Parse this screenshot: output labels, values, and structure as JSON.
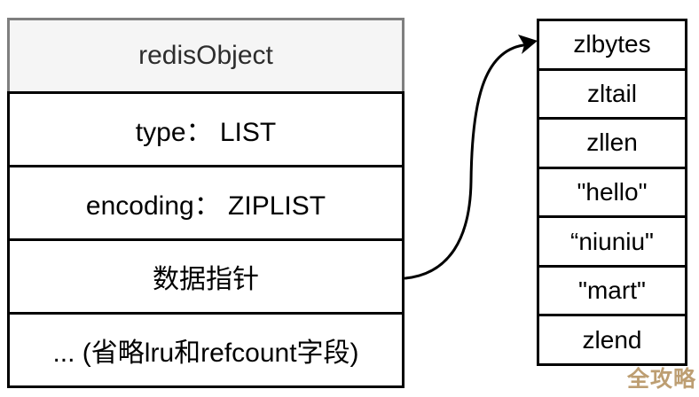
{
  "left_table": {
    "header": "redisObject",
    "rows": [
      "type： LIST",
      "encoding： ZIPLIST",
      "数据指针",
      "... (省略lru和refcount字段)"
    ]
  },
  "right_table": {
    "rows": [
      "zlbytes",
      "zltail",
      "zllen",
      "\"hello\"",
      "“niuniu\"",
      "\"mart\"",
      "zlend"
    ]
  },
  "arrow": {
    "from": "数据指针",
    "to": "zlbytes"
  },
  "watermark": {
    "text": "全攻略",
    "color": "#bd9e72"
  },
  "colors": {
    "background": "#ffffff",
    "header_fill": "#f5f5f5",
    "header_border": "#7f7f7f",
    "cell_border": "#000000",
    "text": "#000000",
    "arrow": "#000000"
  }
}
